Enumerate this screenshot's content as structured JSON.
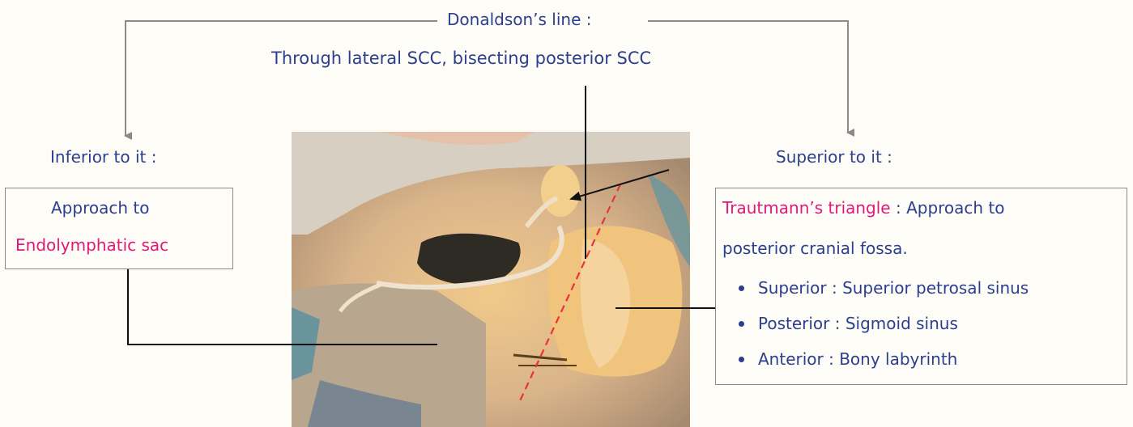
{
  "header": {
    "title": "Donaldson’s line :",
    "subtitle": "Through lateral SCC, bisecting posterior SCC"
  },
  "left": {
    "heading": "Inferior to it :",
    "box_line1": "Approach to",
    "box_line2": "Endolymphatic sac"
  },
  "right": {
    "heading": "Superior to it :",
    "box_title": "Trautmann’s triangle",
    "box_title_rest": " : Approach to",
    "box_line2": "posterior cranial fossa.",
    "bullets": [
      "Superior : Superior petrosal sinus",
      "Posterior : Sigmoid sinus",
      "Anterior : Bony labyrinth"
    ]
  },
  "colors": {
    "text": "#2c3f8e",
    "highlight": "#e0187a",
    "connector": "#8a8a8a",
    "dashed_line": "#e8323c"
  }
}
